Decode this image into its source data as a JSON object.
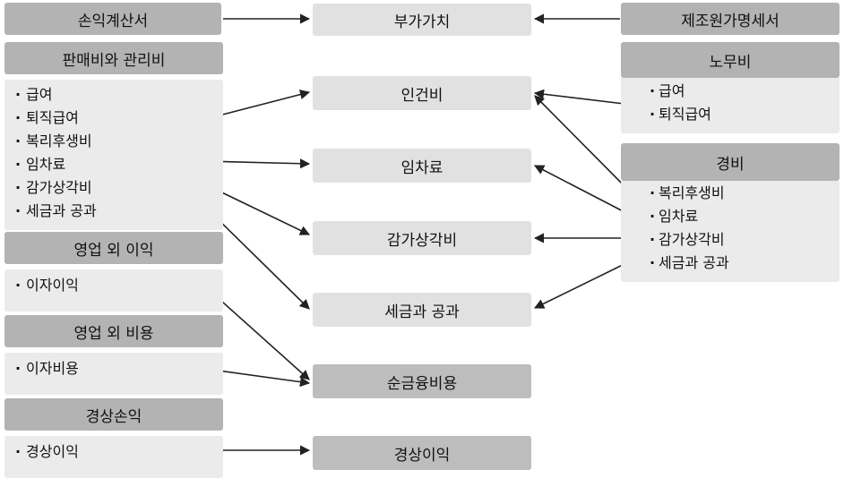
{
  "top": {
    "left_title": "손익계산서",
    "center_title": "부가가치",
    "right_title": "제조원가명세서"
  },
  "left_groups": [
    {
      "title": "판매비와 관리비",
      "items": [
        "급여",
        "퇴직급여",
        "복리후생비",
        "임차료",
        "감가상각비",
        "세금과 공과"
      ]
    },
    {
      "title": "영업 외 이익",
      "items": [
        "이자이익"
      ]
    },
    {
      "title": "영업 외 비용",
      "items": [
        "이자비용"
      ]
    },
    {
      "title": "경상손익",
      "items": [
        "경상이익"
      ]
    }
  ],
  "right_groups": [
    {
      "title": "노무비",
      "items": [
        "급여",
        "퇴직급여"
      ]
    },
    {
      "title": "경비",
      "items": [
        "복리후생비",
        "임차료",
        "감가상각비",
        "세금과 공과"
      ]
    }
  ],
  "center_nodes": [
    "인건비",
    "임차료",
    "감가상각비",
    "세금과 공과",
    "순금융비용",
    "경상이익"
  ]
}
